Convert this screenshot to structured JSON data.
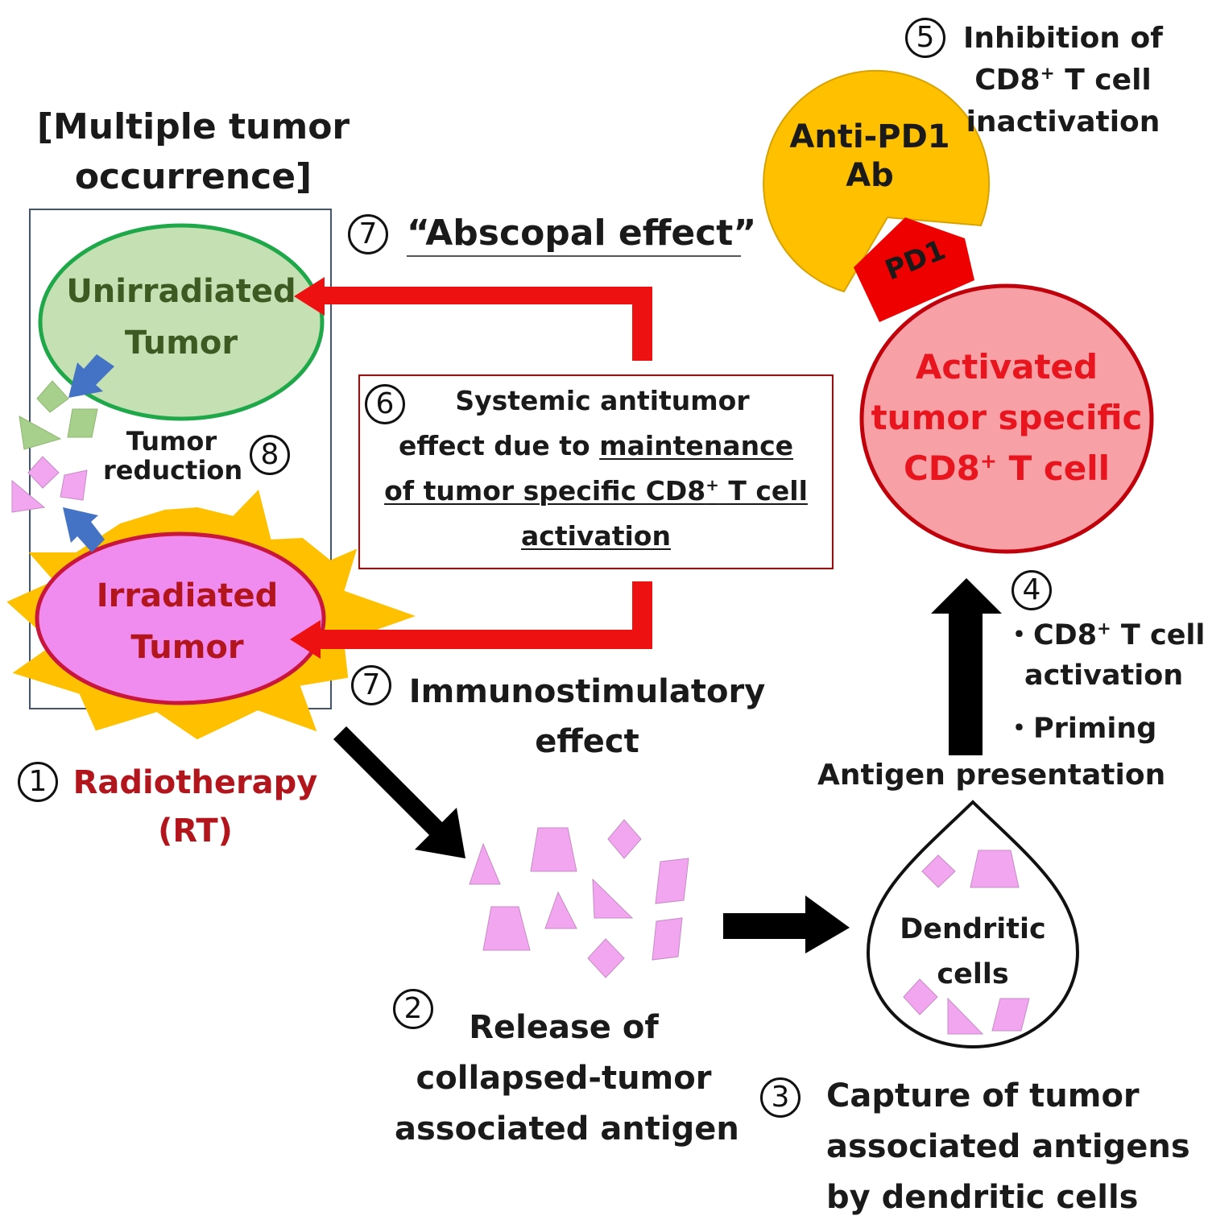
{
  "title_line1": "[Multiple tumor",
  "title_line2": "occurrence]",
  "abscopal": {
    "num": "7",
    "label": "“Abscopal effect”"
  },
  "unirradiated": {
    "line1": "Unirradiated",
    "line2": "Tumor"
  },
  "irradiated": {
    "line1": "Irradiated",
    "line2": "Tumor"
  },
  "reduction": {
    "line1": "Tumor",
    "line2": "reduction",
    "num": "8"
  },
  "systemic": {
    "num": "6",
    "line1": "Systemic antitumor",
    "line2_pre": "effect due to ",
    "line2_u": "maintenance",
    "line3_pre": "of tumor specific CD8",
    "sup": "+",
    "line3_post": " T cell",
    "line4": "activation"
  },
  "immuno": {
    "num": "7",
    "line1": "Immunostimulatory",
    "line2": "effect"
  },
  "radiotherapy": {
    "num": "1",
    "line1": "Radiotherapy",
    "line2": "(RT)"
  },
  "release": {
    "num": "2",
    "line1": "Release of",
    "line2": "collapsed-tumor",
    "line3": "associated antigen"
  },
  "capture": {
    "num": "3",
    "line1": "Capture of tumor",
    "line2": "associated antigens",
    "line3": "by dendritic cells"
  },
  "dendritic": {
    "line1": "Dendritic",
    "line2": "cells"
  },
  "antigen_presentation": "Antigen presentation",
  "activation": {
    "num": "4",
    "bullet1_pre": "・CD8",
    "sup": "+",
    "bullet1_post": " T cell",
    "bullet1_line2": "activation",
    "bullet2": "・Priming"
  },
  "activated_cell": {
    "line1": "Activated",
    "line2": "tumor specific",
    "line3_pre": "CD8",
    "sup": "+",
    "line3_post": " T cell"
  },
  "anti_pd1": {
    "line1": "Anti-PD1",
    "line2": "Ab"
  },
  "pd1": "PD1",
  "inhibition": {
    "num": "5",
    "line1": "Inhibition of",
    "line2_pre": "CD8",
    "sup": "+",
    "line2_post": " T cell",
    "line3": "inactivation"
  },
  "colors": {
    "red_arrow": "#ee1111",
    "black_arrow": "#000000",
    "unirradiated_fill": "#c5e0b3",
    "unirradiated_stroke": "#1ea84a",
    "unirradiated_text": "#3d5a22",
    "irradiated_fill": "#f08cf0",
    "irradiated_stroke": "#c8163c",
    "burst": "#ffc000",
    "dark_red_text": "#b3151d",
    "activated_fill": "#f7a1a7",
    "activated_stroke": "#c0000a",
    "activated_text": "#e8141e",
    "antibody_fill": "#ffc000",
    "pd1_fill": "#ee0000",
    "fragment": "#f3a6f0",
    "fragment_green": "#a8d08d",
    "blue_arrow": "#4472c4",
    "panel_border": "#44546a",
    "box_border": "#c00000"
  }
}
